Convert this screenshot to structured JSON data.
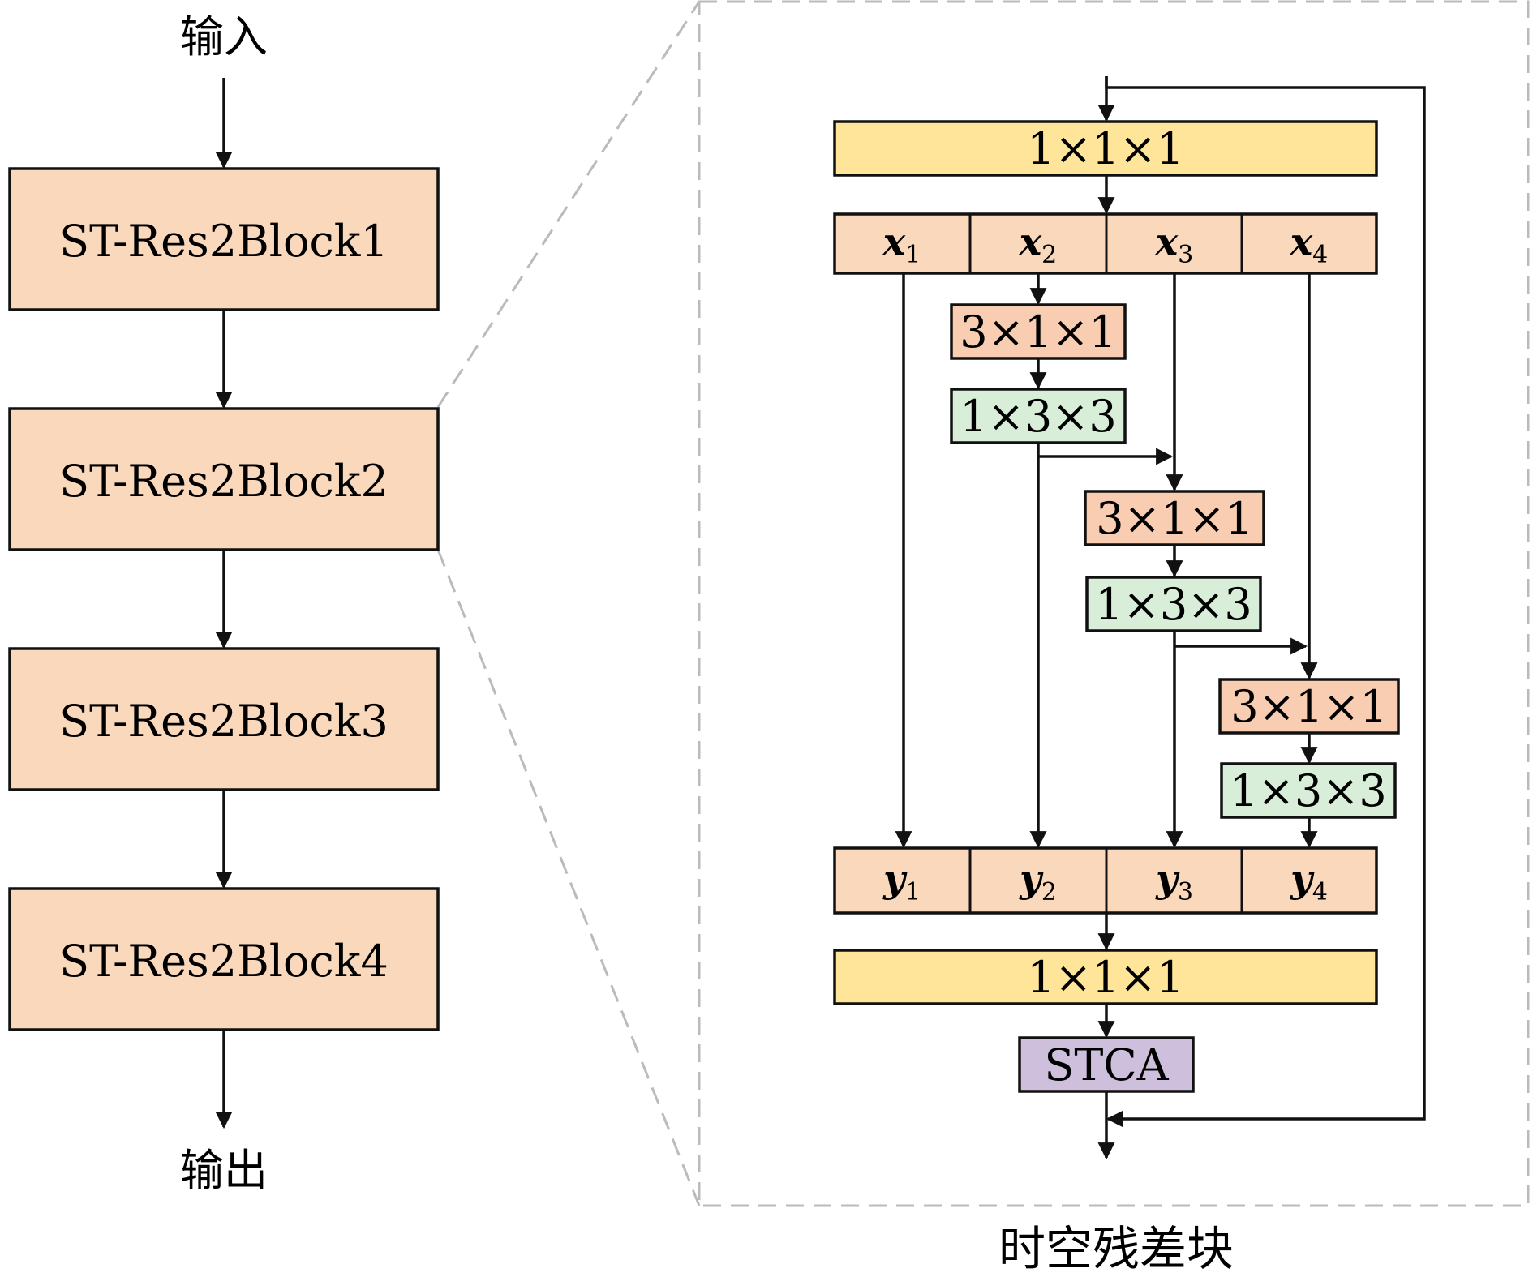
{
  "colors": {
    "block_fill": "#fad8bc",
    "conv111_fill": "#fee59a",
    "conv311_fill": "#f8cdb1",
    "conv133_fill": "#d9eed9",
    "stca_fill": "#cec0dd",
    "dash": "#bbbbbb",
    "stroke": "#111111"
  },
  "left": {
    "input_label": "输入",
    "output_label": "输出",
    "blocks": [
      "ST-Res2Block1",
      "ST-Res2Block2",
      "ST-Res2Block3",
      "ST-Res2Block4"
    ]
  },
  "right": {
    "caption": "时空残差块",
    "top_conv": "1×1×1",
    "bottom_conv": "1×1×1",
    "attention": "STCA",
    "x_cells": [
      {
        "main": "x",
        "sub": "1"
      },
      {
        "main": "x",
        "sub": "2"
      },
      {
        "main": "x",
        "sub": "3"
      },
      {
        "main": "x",
        "sub": "4"
      }
    ],
    "y_cells": [
      {
        "main": "y",
        "sub": "1"
      },
      {
        "main": "y",
        "sub": "2"
      },
      {
        "main": "y",
        "sub": "3"
      },
      {
        "main": "y",
        "sub": "4"
      }
    ],
    "branches": [
      {
        "temporal": "3×1×1",
        "spatial": "1×3×3"
      },
      {
        "temporal": "3×1×1",
        "spatial": "1×3×3"
      },
      {
        "temporal": "3×1×1",
        "spatial": "1×3×3"
      }
    ]
  }
}
